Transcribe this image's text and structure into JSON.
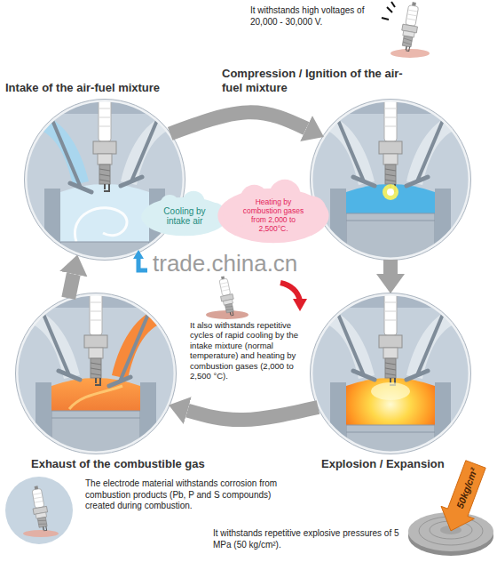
{
  "diagram": {
    "nodes": [
      {
        "text": [
          "Intake of the air-fuel mixture"
        ]
      },
      {
        "text": [
          "Compression / Ignition of the air-fuel mixture"
        ]
      },
      {
        "text": [
          "Cooling by intake air"
        ]
      },
      {
        "text": [
          "Heating by combustion gases from 2,000 to 2,500°C."
        ]
      },
      {
        "text": [
          "Exhaust of the combustible gas"
        ]
      },
      {
        "text": [
          "Explosion / Expansion"
        ]
      }
    ],
    "edges": [
      {
        "from": 0,
        "to": 1,
        "arrow": "to"
      },
      {
        "from": 1,
        "to": 5,
        "arrow": "to"
      },
      {
        "from": 5,
        "to": 4,
        "arrow": "to"
      },
      {
        "from": 4,
        "to": 0,
        "arrow": "to"
      }
    ],
    "labels": [
      "It withstands high voltages of 20,000 - 30,000 V.",
      "trade.china.cn",
      "It also withstands repetitive cycles of rapid cooling by the intake mixture (normal temperature) and heating by combustion gases (2,000 to 2,500 °C).",
      "The electrode material withstands corrosion from combustion products (Pb, P and S compounds) created during combustion.",
      "50kg/cm²",
      "It withstands repetitive explosive pressures of 5 MPa (50 kg/cm²)."
    ]
  }
}
